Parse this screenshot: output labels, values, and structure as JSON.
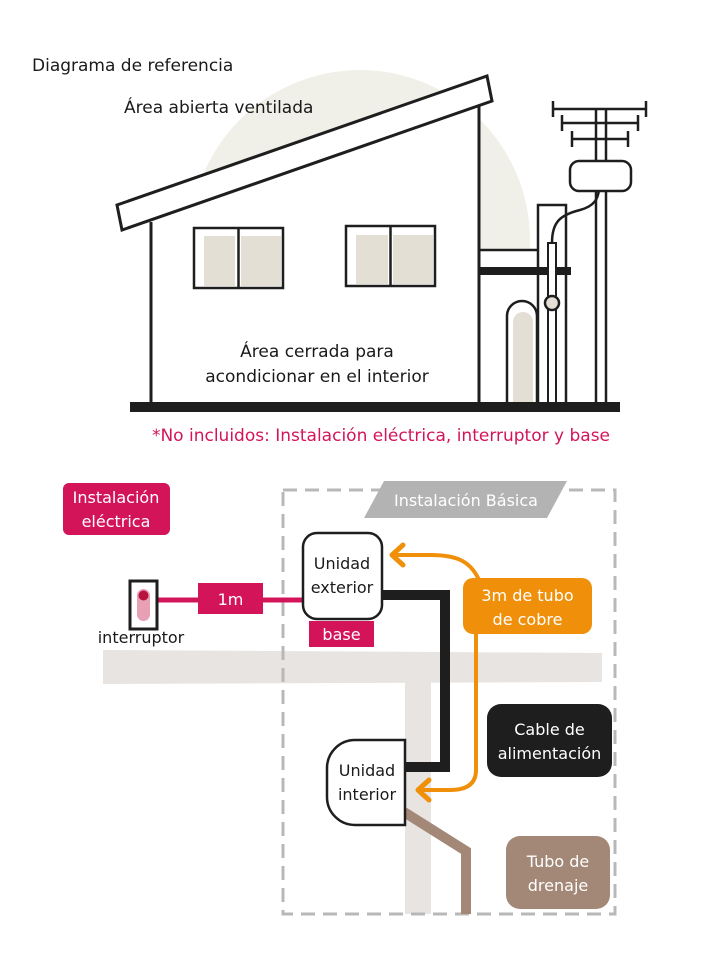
{
  "header": {
    "title": "Diagrama de referencia"
  },
  "house": {
    "open_area_label": "Área abierta ventilada",
    "closed_area_label_line1": "Área cerrada para",
    "closed_area_label_line2": "acondicionar en el interior"
  },
  "note": {
    "text": "*No incluidos: Instalación eléctrica, interruptor y base"
  },
  "installation": {
    "electrical_badge_line1": "Instalación",
    "electrical_badge_line2": "eléctrica",
    "basic_banner": "Instalación Básica",
    "switch_label": "interruptor",
    "distance_label": "1m",
    "outdoor_unit_line1": "Unidad",
    "outdoor_unit_line2": "exterior",
    "base_label": "base",
    "copper_tube_line1": "3m de tubo",
    "copper_tube_line2": "de cobre",
    "power_cable_line1": "Cable de",
    "power_cable_line2": "alimentación",
    "indoor_unit_line1": "Unidad",
    "indoor_unit_line2": "interior",
    "drain_tube_line1": "Tubo de",
    "drain_tube_line2": "drenaje"
  },
  "colors": {
    "magenta": "#d41459",
    "orange": "#f0900a",
    "black": "#1e1e1e",
    "brown": "#a38777",
    "wall_gray": "#e7e4e1",
    "sun_beige": "#f1f0e8",
    "window_fill": "#e3dfd4",
    "dashed_gray": "#b8b8b8",
    "banner_gray": "#b3b3b3"
  }
}
